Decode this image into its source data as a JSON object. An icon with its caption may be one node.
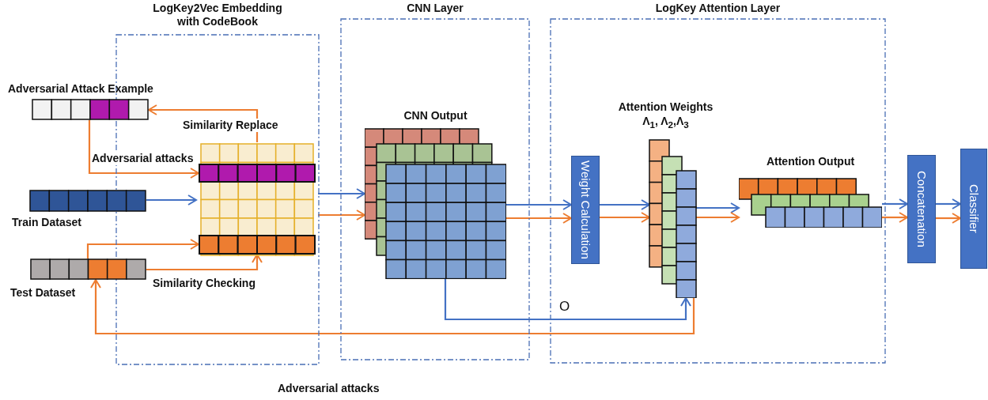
{
  "diagram": {
    "nodes": [
      {
        "text": [
          "LogKey2Vec Embedding with CodeBook"
        ]
      },
      {
        "text": [
          "CNN Layer"
        ]
      },
      {
        "text": [
          "LogKey Attention Layer"
        ]
      },
      {
        "text": [],
        "shape": "bar",
        "beside": [
          "Adversarial Attack Example"
        ]
      },
      {
        "text": [],
        "shape": "bar",
        "beside": [
          "Train Dataset"
        ]
      },
      {
        "text": [],
        "shape": "bar",
        "beside": [
          "Test Dataset"
        ]
      },
      {
        "text": [],
        "shape": "box",
        "in": 0
      },
      {
        "text": [],
        "shape": "bar",
        "in": 6
      },
      {
        "text": [],
        "shape": "bar",
        "in": 6
      },
      {
        "text": [
          "CNN Output"
        ],
        "in": 1
      },
      {
        "text": [
          "Weight Calculation"
        ],
        "in": 2
      },
      {
        "text": [
          "Attention Weights",
          "Λ$_{1}$, Λ$_{2}$,Λ$_{3}$"
        ],
        "in": 2
      },
      {
        "text": [
          "Attention Output"
        ],
        "in": 2
      },
      {
        "text": [
          "Concatenation"
        ]
      },
      {
        "text": [
          "Classifier"
        ]
      }
    ],
    "edges": [
      {
        "from": 6,
        "to": 3,
        "arrow": "to",
        "label": "Similarity Replace"
      },
      {
        "from": 3,
        "to": 7,
        "arrow": "to",
        "label": "Adversarial attacks"
      },
      {
        "from": 4,
        "to": 6,
        "arrow": "to",
        "color": "#4472c4"
      },
      {
        "from": 5,
        "to": 8,
        "arrow": "to"
      },
      {
        "from": 5,
        "to": 8,
        "arrow": "to",
        "label": "Similarity Checking"
      },
      {
        "from": 6,
        "to": 9,
        "arrow": "to",
        "color": "#4472c4"
      },
      {
        "from": 6,
        "to": 9,
        "arrow": "to"
      },
      {
        "from": 9,
        "to": 10,
        "arrow": "to",
        "color": "#4472c4"
      },
      {
        "from": 9,
        "to": 10,
        "arrow": "to"
      },
      {
        "from": 10,
        "to": 11,
        "arrow": "to",
        "color": "#4472c4"
      },
      {
        "from": 10,
        "to": 11,
        "arrow": "to"
      },
      {
        "from": 11,
        "to": 12,
        "arrow": "to",
        "color": "#4472c4"
      },
      {
        "from": 11,
        "to": 12,
        "arrow": "to"
      },
      {
        "from": 12,
        "to": 13,
        "arrow": "to",
        "color": "#4472c4"
      },
      {
        "from": 12,
        "to": 13,
        "arrow": "to"
      },
      {
        "from": 13,
        "to": 14,
        "arrow": "to",
        "color": "#4472c4"
      },
      {
        "from": 13,
        "to": 14,
        "arrow": "to"
      },
      {
        "from": 9,
        "to": 11,
        "arrow": "to",
        "color": "#4472c4"
      },
      {
        "from": 11,
        "to": 5,
        "arrow": "to"
      }
    ],
    "labels": [
      "O",
      "Adversarial attacks"
    ]
  }
}
